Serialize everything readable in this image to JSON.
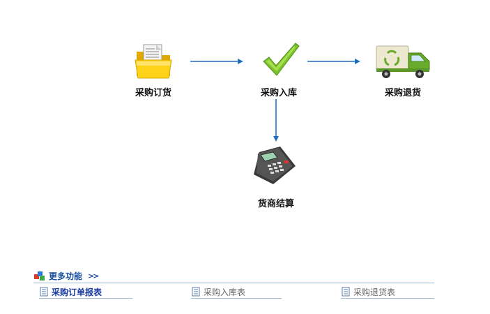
{
  "workflow": {
    "order_label": "采购订货",
    "stockin_label": "采购入库",
    "return_label": "采购退货",
    "settle_label": "货商结算"
  },
  "more": {
    "title": "更多功能",
    "chevron": ">>",
    "links": [
      {
        "label": "采购订单报表"
      },
      {
        "label": "采购入库表"
      },
      {
        "label": "采购退货表"
      }
    ]
  },
  "colors": {
    "arrow": "#1f6fc0",
    "accent": "#1a3aa0",
    "check": "#7cc22e",
    "folder": "#f5c400",
    "truck": "#6aaa2a"
  }
}
